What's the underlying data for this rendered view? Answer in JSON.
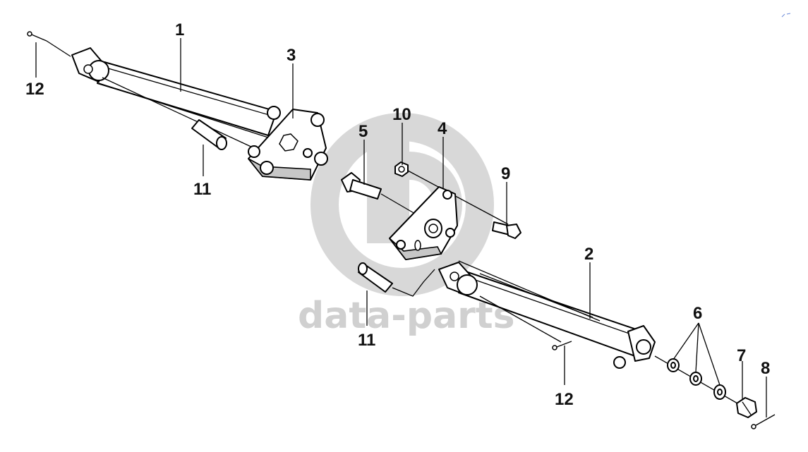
{
  "watermark": {
    "text": "data-parts",
    "color": "#d0d0d0"
  },
  "callouts": [
    {
      "id": "c1a",
      "text": "1"
    },
    {
      "id": "c2a",
      "text": "2"
    },
    {
      "id": "c3a",
      "text": "3"
    },
    {
      "id": "c4a",
      "text": "4"
    },
    {
      "id": "c5a",
      "text": "5"
    },
    {
      "id": "c6a",
      "text": "6"
    },
    {
      "id": "c7a",
      "text": "7"
    },
    {
      "id": "c8a",
      "text": "8"
    },
    {
      "id": "c9a",
      "text": "9"
    },
    {
      "id": "c10a",
      "text": "10"
    },
    {
      "id": "c11a",
      "text": "11"
    },
    {
      "id": "c11b",
      "text": "11"
    },
    {
      "id": "c12a",
      "text": "12"
    },
    {
      "id": "c12b",
      "text": "12"
    }
  ]
}
